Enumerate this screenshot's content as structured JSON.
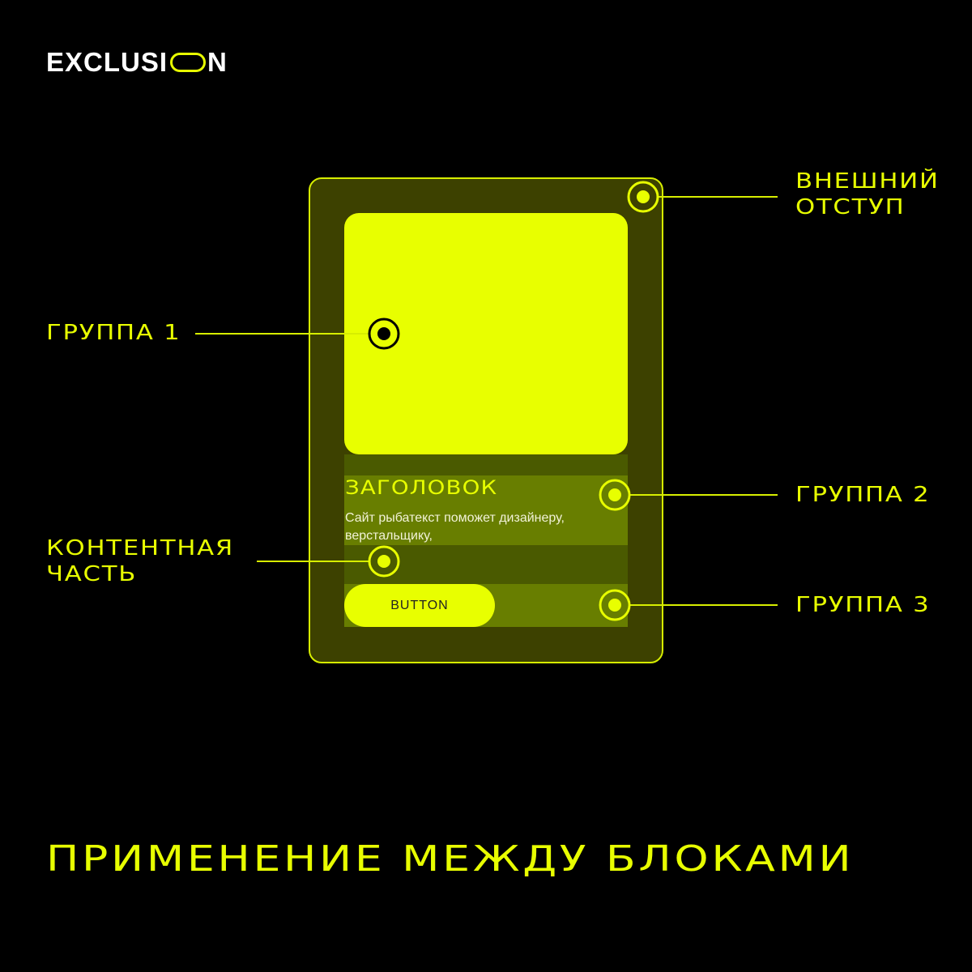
{
  "logo": {
    "before": "EXCLUSI",
    "after": "N"
  },
  "labels": {
    "outer_padding": "ВНЕШНИЙ\nОТСТУП",
    "group1": "ГРУППА 1",
    "group2": "ГРУППА 2",
    "group3": "ГРУППА 3",
    "content": "КОНТЕНТНАЯ\nЧАСТЬ"
  },
  "card": {
    "title": "ЗАГОЛОВОК",
    "body": "Сайт рыбатекст поможет дизайнеру, верстальщику,",
    "button": "BUTTON"
  },
  "heading": "ПРИМЕНЕНИЕ МЕЖДУ БЛОКАМИ",
  "colors": {
    "accent": "#E8FF00",
    "background": "#000000",
    "card": "#3D4100"
  }
}
